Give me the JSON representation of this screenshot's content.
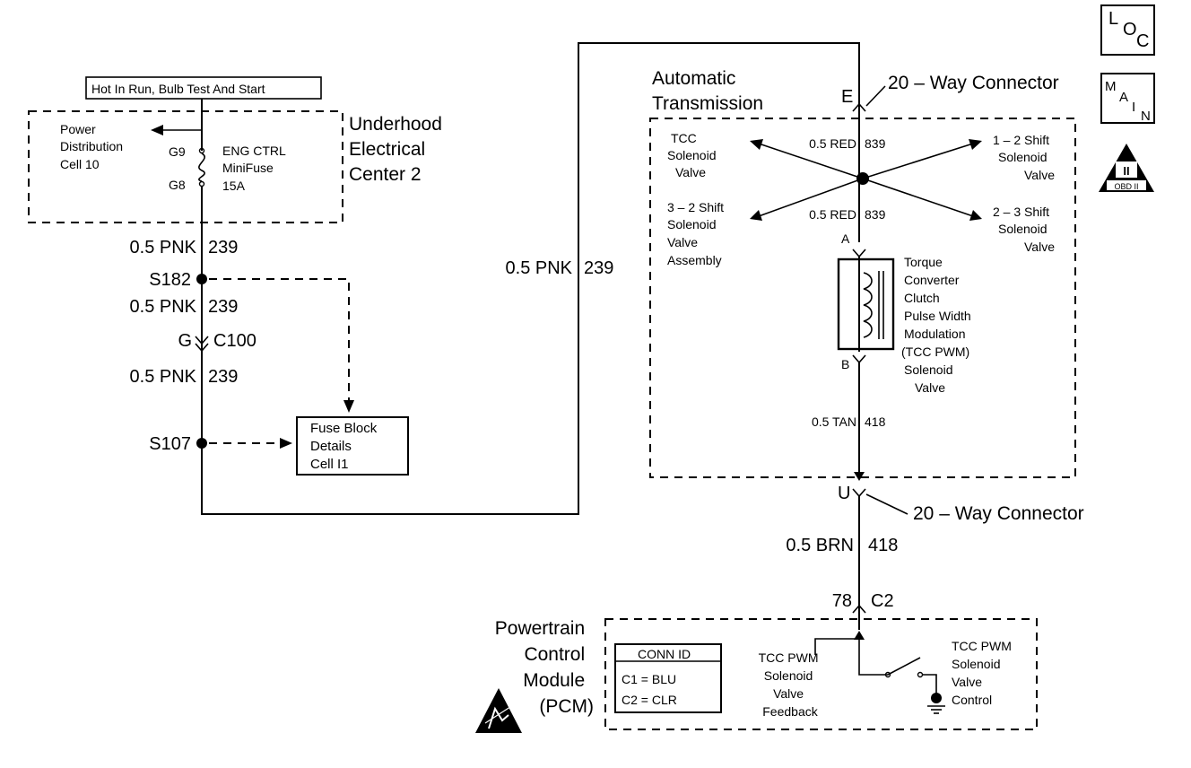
{
  "top_label": "Hot In Run, Bulb Test And Start",
  "underhood": {
    "title_lines": [
      "Underhood",
      "Electrical",
      "Center 2"
    ],
    "power_dist_lines": [
      "Power",
      "Distribution",
      "Cell 10"
    ],
    "pin_g9": "G9",
    "pin_g8": "G8",
    "fuse_lines": [
      "ENG CTRL",
      "MiniFuse",
      "15A"
    ]
  },
  "left_wires": {
    "w1": {
      "gauge": "0.5 PNK",
      "circuit": "239"
    },
    "splice1": "S182",
    "w2": {
      "gauge": "0.5 PNK",
      "circuit": "239"
    },
    "conn_pin": "G",
    "conn_name": "C100",
    "w3": {
      "gauge": "0.5 PNK",
      "circuit": "239"
    },
    "splice2": "S107"
  },
  "fuse_block_lines": [
    "Fuse Block",
    "Details",
    "Cell I1"
  ],
  "center_wire": {
    "gauge": "0.5 PNK",
    "circuit": "239"
  },
  "transmission": {
    "title_lines": [
      "Automatic",
      "Transmission"
    ],
    "conn_top_pin": "E",
    "conn_top_label": "20 – Way Connector",
    "tcc_lines": [
      "TCC",
      "Solenoid",
      "Valve"
    ],
    "shift12_lines": [
      "1 – 2 Shift",
      "Solenoid",
      "Valve"
    ],
    "shift32_lines": [
      "3 – 2 Shift",
      "Solenoid",
      "Valve",
      "Assembly"
    ],
    "shift23_lines": [
      "2 – 3 Shift",
      "Solenoid",
      "Valve"
    ],
    "wire_top": {
      "gauge": "0.5 RED",
      "circuit": "839"
    },
    "wire_mid": {
      "gauge": "0.5 RED",
      "circuit": "839"
    },
    "pin_a": "A",
    "pin_b": "B",
    "pwm_lines": [
      "Torque",
      "Converter",
      "Clutch",
      "Pulse Width",
      "Modulation",
      "(TCC PWM)",
      "Solenoid",
      "Valve"
    ],
    "wire_tan": {
      "gauge": "0.5 TAN",
      "circuit": "418"
    }
  },
  "conn_bottom": {
    "pin": "U",
    "label": "20 – Way Connector"
  },
  "brn_wire": {
    "gauge": "0.5 BRN",
    "circuit": "418"
  },
  "pcm_pin": {
    "pin": "78",
    "conn": "C2"
  },
  "pcm": {
    "title_lines": [
      "Powertrain",
      "Control",
      "Module",
      "(PCM)"
    ],
    "conn_id_title": "CONN ID",
    "conn_id_rows": [
      "C1 = BLU",
      "C2 = CLR"
    ],
    "feedback_lines": [
      "TCC PWM",
      "Solenoid",
      "Valve",
      "Feedback"
    ],
    "control_lines": [
      "TCC PWM",
      "Solenoid",
      "Valve",
      "Control"
    ]
  },
  "side_icons": {
    "loc": [
      "L",
      "O",
      "C"
    ],
    "main": [
      "M",
      "A",
      "I",
      "N"
    ],
    "obd_roman": "II",
    "obd_label": "OBD II"
  }
}
